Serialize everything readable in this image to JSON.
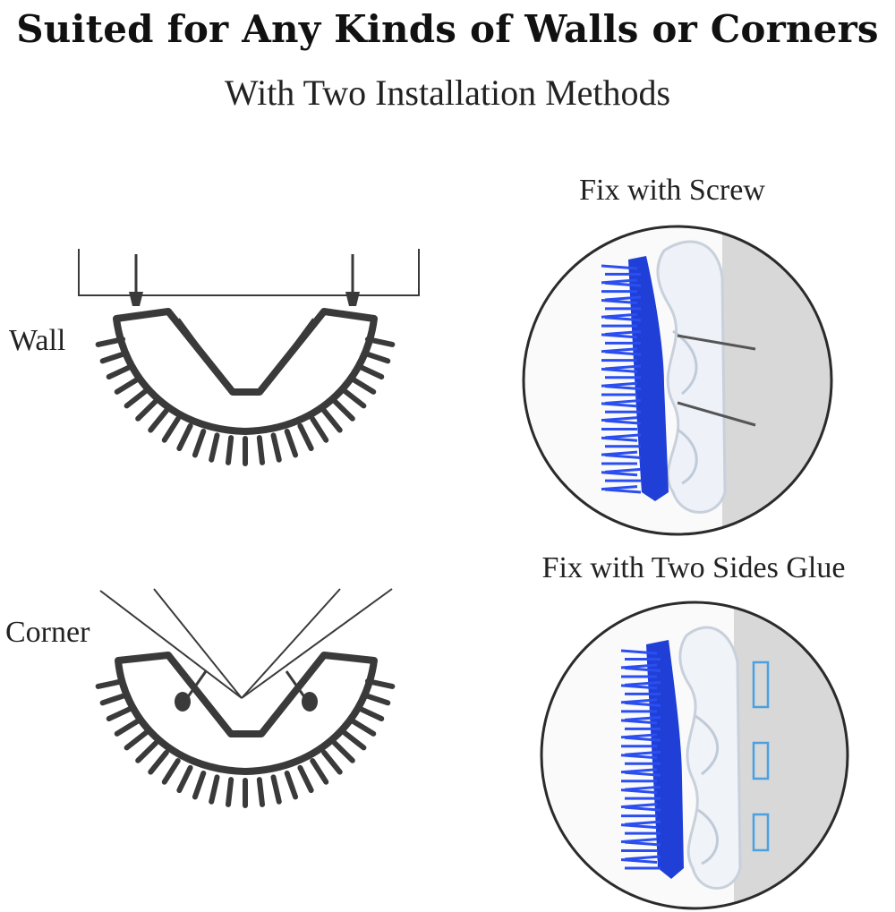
{
  "header": {
    "title": "Suited for Any Kinds of Walls or Corners",
    "subtitle": "With Two Installation Methods"
  },
  "diagrams": {
    "wall_label": "Wall",
    "corner_label": "Corner"
  },
  "photos": {
    "screw_label": "Fix with Screw",
    "glue_label": "Fix with Two Sides Glue"
  },
  "colors": {
    "brush_blue": "#1f3fd6",
    "outline_gray": "#3a3a3a",
    "wall_gray": "#d8d8d8"
  }
}
